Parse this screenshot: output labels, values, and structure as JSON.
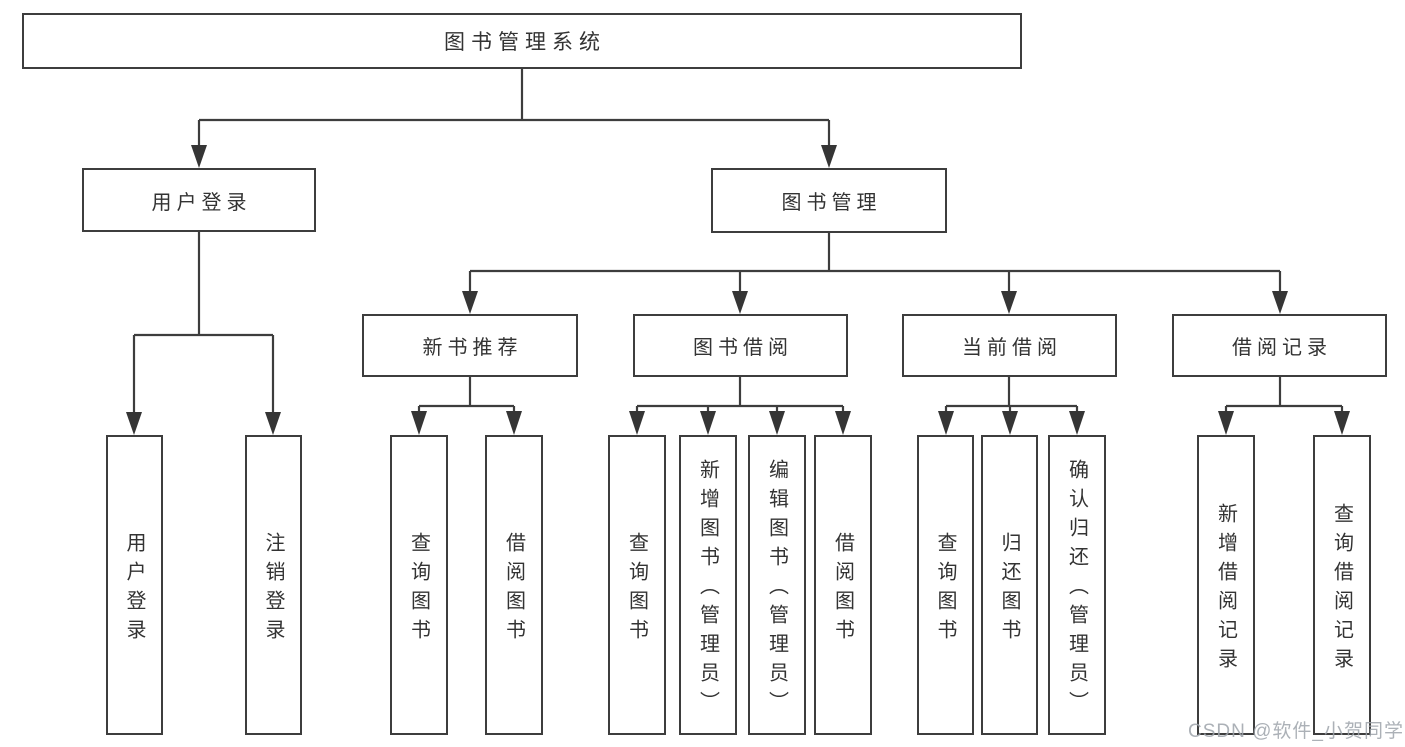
{
  "diagram": {
    "root": {
      "label": "图书管理系统"
    },
    "branches": [
      {
        "label": "用户登录",
        "children": [
          {
            "label": "用户登录"
          },
          {
            "label": "注销登录"
          }
        ]
      },
      {
        "label": "图书管理",
        "children": [
          {
            "label": "新书推荐",
            "children": [
              {
                "label": "查询图书"
              },
              {
                "label": "借阅图书"
              }
            ]
          },
          {
            "label": "图书借阅",
            "children": [
              {
                "label": "查询图书"
              },
              {
                "label": "新增图书（管理员）"
              },
              {
                "label": "编辑图书（管理员）"
              },
              {
                "label": "借阅图书"
              }
            ]
          },
          {
            "label": "当前借阅",
            "children": [
              {
                "label": "查询图书"
              },
              {
                "label": "归还图书"
              },
              {
                "label": "确认归还（管理员）"
              }
            ]
          },
          {
            "label": "借阅记录",
            "children": [
              {
                "label": "新增借阅记录"
              },
              {
                "label": "查询借阅记录"
              }
            ]
          }
        ]
      }
    ],
    "line_color": "#3d3d3d",
    "text_color": "#333333"
  },
  "watermark": {
    "text": "CSDN @软件_小贺同学"
  }
}
